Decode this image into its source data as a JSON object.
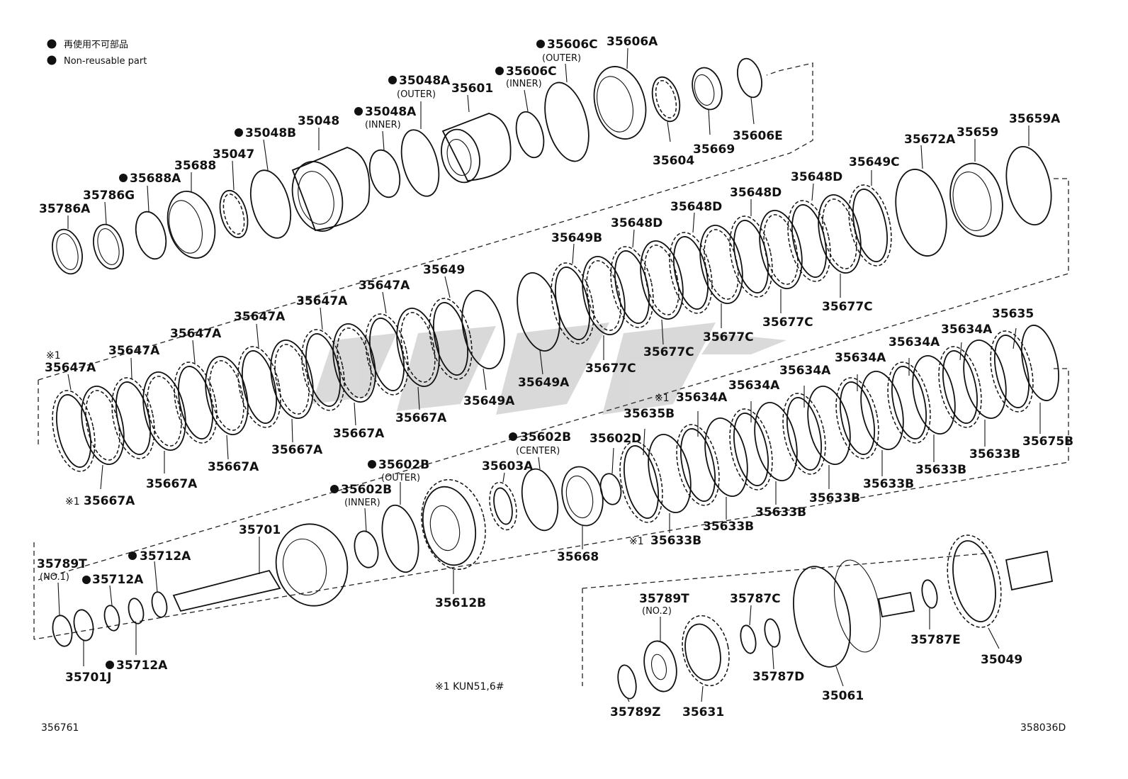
{
  "legend": {
    "line1": "再使用不可部品",
    "line2": "Non-reusable part"
  },
  "footer": {
    "left_code": "356761",
    "right_code": "358036D",
    "note": "※1 KUN51,6#"
  },
  "labels": [
    {
      "id": "35786A",
      "text": "35786A",
      "dot": false
    },
    {
      "id": "35786G",
      "text": "35786G",
      "dot": false
    },
    {
      "id": "35688A",
      "text": "35688A",
      "dot": true
    },
    {
      "id": "35688",
      "text": "35688",
      "dot": false
    },
    {
      "id": "35047",
      "text": "35047",
      "dot": false
    },
    {
      "id": "35048B",
      "text": "35048B",
      "dot": true
    },
    {
      "id": "35048",
      "text": "35048",
      "dot": false
    },
    {
      "id": "35048A-inner",
      "text": "35048A",
      "dot": true,
      "sub": "(INNER)"
    },
    {
      "id": "35048A-outer",
      "text": "35048A",
      "dot": true,
      "sub": "(OUTER)"
    },
    {
      "id": "35601",
      "text": "35601",
      "dot": false
    },
    {
      "id": "35606C-inner",
      "text": "35606C",
      "dot": true,
      "sub": "(INNER)"
    },
    {
      "id": "35606C-outer",
      "text": "35606C",
      "dot": true,
      "sub": "(OUTER)"
    },
    {
      "id": "35606A",
      "text": "35606A",
      "dot": false
    },
    {
      "id": "35604",
      "text": "35604",
      "dot": false
    },
    {
      "id": "35669",
      "text": "35669",
      "dot": false
    },
    {
      "id": "35606E",
      "text": "35606E",
      "dot": false
    },
    {
      "id": "35672A",
      "text": "35672A",
      "dot": false
    },
    {
      "id": "35659",
      "text": "35659",
      "dot": false
    },
    {
      "id": "35659A",
      "text": "35659A",
      "dot": false
    },
    {
      "id": "35649C",
      "text": "35649C",
      "dot": false
    },
    {
      "id": "35648D-1",
      "text": "35648D",
      "dot": false
    },
    {
      "id": "35648D-2",
      "text": "35648D",
      "dot": false
    },
    {
      "id": "35648D-3",
      "text": "35648D",
      "dot": false
    },
    {
      "id": "35648D-4",
      "text": "35648D",
      "dot": false
    },
    {
      "id": "35649B",
      "text": "35649B",
      "dot": false
    },
    {
      "id": "35649",
      "text": "35649",
      "dot": false
    },
    {
      "id": "35649A-1",
      "text": "35649A",
      "dot": false
    },
    {
      "id": "35649A-2",
      "text": "35649A",
      "dot": false
    },
    {
      "id": "35677C-1",
      "text": "35677C",
      "dot": false
    },
    {
      "id": "35677C-2",
      "text": "35677C",
      "dot": false
    },
    {
      "id": "35677C-3",
      "text": "35677C",
      "dot": false
    },
    {
      "id": "35677C-4",
      "text": "35677C",
      "dot": false
    },
    {
      "id": "35677C-5",
      "text": "35677C",
      "dot": false
    },
    {
      "id": "35647A-1",
      "text": "35647A",
      "dot": false
    },
    {
      "id": "35647A-2",
      "text": "35647A",
      "dot": false
    },
    {
      "id": "35647A-3",
      "text": "35647A",
      "dot": false
    },
    {
      "id": "35647A-4",
      "text": "35647A",
      "dot": false
    },
    {
      "id": "35647A-5",
      "text": "35647A",
      "dot": false
    },
    {
      "id": "35647A-6",
      "text": "35647A",
      "dot": false
    },
    {
      "id": "35667A-1",
      "text": "35667A",
      "dot": false
    },
    {
      "id": "35667A-2",
      "text": "35667A",
      "dot": false
    },
    {
      "id": "35667A-3",
      "text": "35667A",
      "dot": false
    },
    {
      "id": "35667A-4",
      "text": "35667A",
      "dot": false
    },
    {
      "id": "35667A-5",
      "text": "35667A",
      "dot": false
    },
    {
      "id": "35667A-6",
      "text": "35667A",
      "dot": false
    },
    {
      "id": "35635",
      "text": "35635",
      "dot": false
    },
    {
      "id": "35675B",
      "text": "35675B",
      "dot": false
    },
    {
      "id": "35634A-1",
      "text": "35634A",
      "dot": false
    },
    {
      "id": "35634A-2",
      "text": "35634A",
      "dot": false
    },
    {
      "id": "35634A-3",
      "text": "35634A",
      "dot": false
    },
    {
      "id": "35634A-4",
      "text": "35634A",
      "dot": false
    },
    {
      "id": "35634A-5",
      "text": "35634A",
      "dot": false
    },
    {
      "id": "35634A-6",
      "text": "35634A",
      "dot": false
    },
    {
      "id": "35633B-1",
      "text": "35633B",
      "dot": false
    },
    {
      "id": "35633B-2",
      "text": "35633B",
      "dot": false
    },
    {
      "id": "35633B-3",
      "text": "35633B",
      "dot": false
    },
    {
      "id": "35633B-4",
      "text": "35633B",
      "dot": false
    },
    {
      "id": "35633B-5",
      "text": "35633B",
      "dot": false
    },
    {
      "id": "35633B-6",
      "text": "35633B",
      "dot": false
    },
    {
      "id": "35633B-7",
      "text": "35633B",
      "dot": false
    },
    {
      "id": "35635B",
      "text": "35635B",
      "dot": false
    },
    {
      "id": "35602D",
      "text": "35602D",
      "dot": false
    },
    {
      "id": "35602B-center",
      "text": "35602B",
      "dot": true,
      "sub": "(CENTER)"
    },
    {
      "id": "35602B-outer",
      "text": "35602B",
      "dot": true,
      "sub": "(OUTER)"
    },
    {
      "id": "35602B-inner",
      "text": "35602B",
      "dot": true,
      "sub": "(INNER)"
    },
    {
      "id": "35603A",
      "text": "35603A",
      "dot": false
    },
    {
      "id": "35612B",
      "text": "35612B",
      "dot": false
    },
    {
      "id": "35668",
      "text": "35668",
      "dot": false
    },
    {
      "id": "35701",
      "text": "35701",
      "dot": false
    },
    {
      "id": "35789T-1",
      "text": "35789T",
      "dot": false,
      "sub": "(NO.1)"
    },
    {
      "id": "35712A-1",
      "text": "35712A",
      "dot": true
    },
    {
      "id": "35712A-2",
      "text": "35712A",
      "dot": true
    },
    {
      "id": "35712A-3",
      "text": "35712A",
      "dot": true
    },
    {
      "id": "35701J",
      "text": "35701J",
      "dot": false
    },
    {
      "id": "35789T-2",
      "text": "35789T",
      "dot": false,
      "sub": "(NO.2)"
    },
    {
      "id": "35787C",
      "text": "35787C",
      "dot": false
    },
    {
      "id": "35787D",
      "text": "35787D",
      "dot": false
    },
    {
      "id": "35787E",
      "text": "35787E",
      "dot": false
    },
    {
      "id": "35789Z",
      "text": "35789Z",
      "dot": false
    },
    {
      "id": "35631",
      "text": "35631",
      "dot": false
    },
    {
      "id": "35061",
      "text": "35061",
      "dot": false
    },
    {
      "id": "35049",
      "text": "35049",
      "dot": false
    }
  ],
  "marks": {
    "star1": "※1"
  }
}
